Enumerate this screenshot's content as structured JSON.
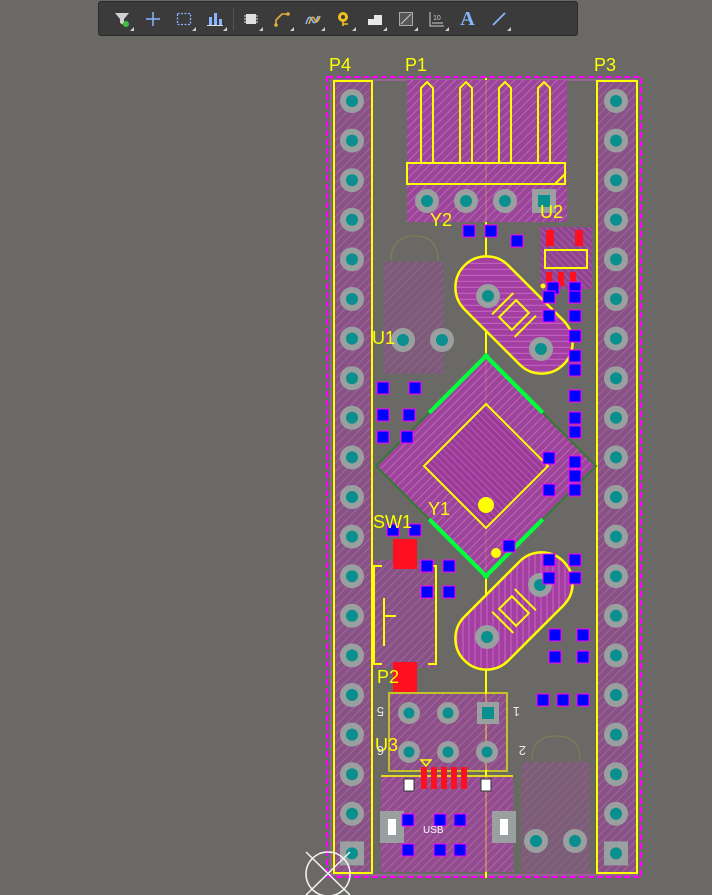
{
  "toolbar": {
    "tools": [
      {
        "name": "filter",
        "label": "Filter"
      },
      {
        "name": "add",
        "label": "Add"
      },
      {
        "name": "select-rect",
        "label": "Select"
      },
      {
        "name": "align",
        "label": "Align"
      },
      {
        "name": "component",
        "label": "Component"
      },
      {
        "name": "route",
        "label": "Route"
      },
      {
        "name": "interactive-route",
        "label": "Interactive Route"
      },
      {
        "name": "via",
        "label": "Via"
      },
      {
        "name": "polygon",
        "label": "Polygon"
      },
      {
        "name": "region",
        "label": "Region"
      },
      {
        "name": "dimension",
        "label": "Dimension"
      },
      {
        "name": "text",
        "label": "A"
      },
      {
        "name": "line",
        "label": "Line"
      }
    ]
  },
  "designators": {
    "p4": "P4",
    "p1": "P1",
    "p3": "P3",
    "y2": "Y2",
    "u2": "U2",
    "u1": "U1",
    "sw1": "SW1",
    "y1": "Y1",
    "p2": "P2",
    "u3": "U3",
    "usb": "USB",
    "pin5": "5",
    "pin1": "1",
    "pin6": "6",
    "pin2": "2"
  },
  "colors": {
    "background": "#6b6966",
    "silkscreen": "#ffff00",
    "mask": "#c040c0",
    "pad": "#0000ff",
    "thru_pad": "#9aa0a0",
    "thru_hole": "#0a8f8f",
    "green_pad": "#00ff3c",
    "red_pad": "#ff1020",
    "outline": "#ff00ff",
    "toolbar": "#3b3b3b"
  }
}
